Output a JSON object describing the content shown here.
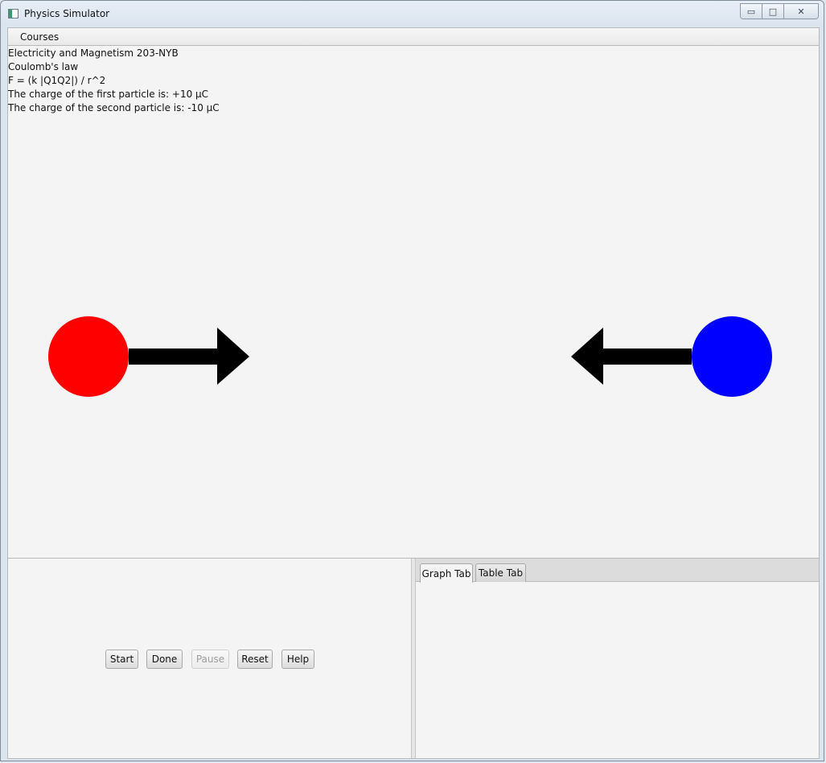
{
  "window": {
    "title": "Physics Simulator",
    "controls": {
      "minimize": "▭",
      "maximize": "□",
      "close": "✕"
    }
  },
  "menubar": {
    "items": [
      "Courses"
    ]
  },
  "info": {
    "course": "Electricity and Magnetism 203-NYB",
    "topic": "Coulomb's law",
    "formula": "F = (k |Q1Q2|) / r^2",
    "charge1": "The charge of the first particle is:  +10 μC",
    "charge2": "The charge of the second particle is:  -10 μC"
  },
  "simulation": {
    "particle1": {
      "charge_sign": "positive",
      "color": "#ff0000"
    },
    "particle2": {
      "charge_sign": "negative",
      "color": "#0000ff"
    },
    "arrow_color": "#000000"
  },
  "controls": {
    "start": "Start",
    "done": "Done",
    "pause": "Pause",
    "reset": "Reset",
    "help": "Help"
  },
  "tabs": {
    "graph": "Graph Tab",
    "table": "Table Tab",
    "active": "graph"
  }
}
